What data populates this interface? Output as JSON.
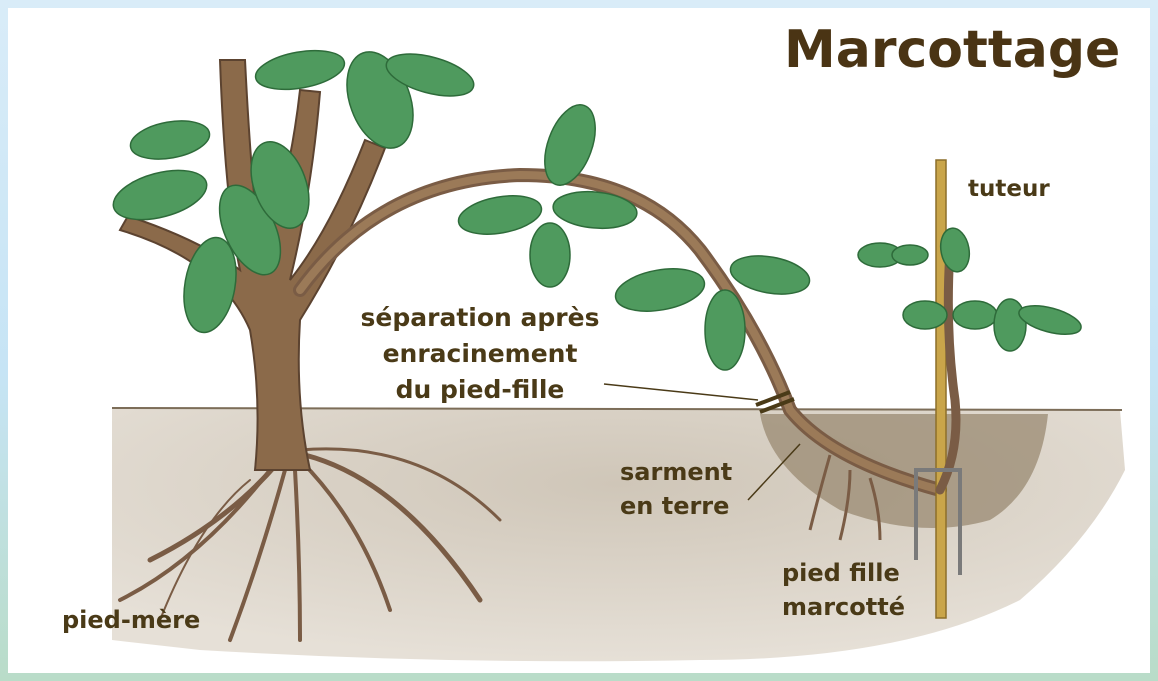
{
  "title": "Marcottage",
  "labels": {
    "tuteur": "tuteur",
    "separation": [
      "séparation après",
      "enracinement",
      "du pied-fille"
    ],
    "sarment": [
      "sarment",
      "en terre"
    ],
    "pied_fille": [
      "pied fille",
      "marcotté"
    ],
    "pied_mere": "pied-mère"
  },
  "colors": {
    "text": "#4a3a17",
    "soil": "#d8d0c4",
    "trunk": "#8b6a4a",
    "leaf": "#4f9a5e",
    "stake": "#c9a54a"
  }
}
